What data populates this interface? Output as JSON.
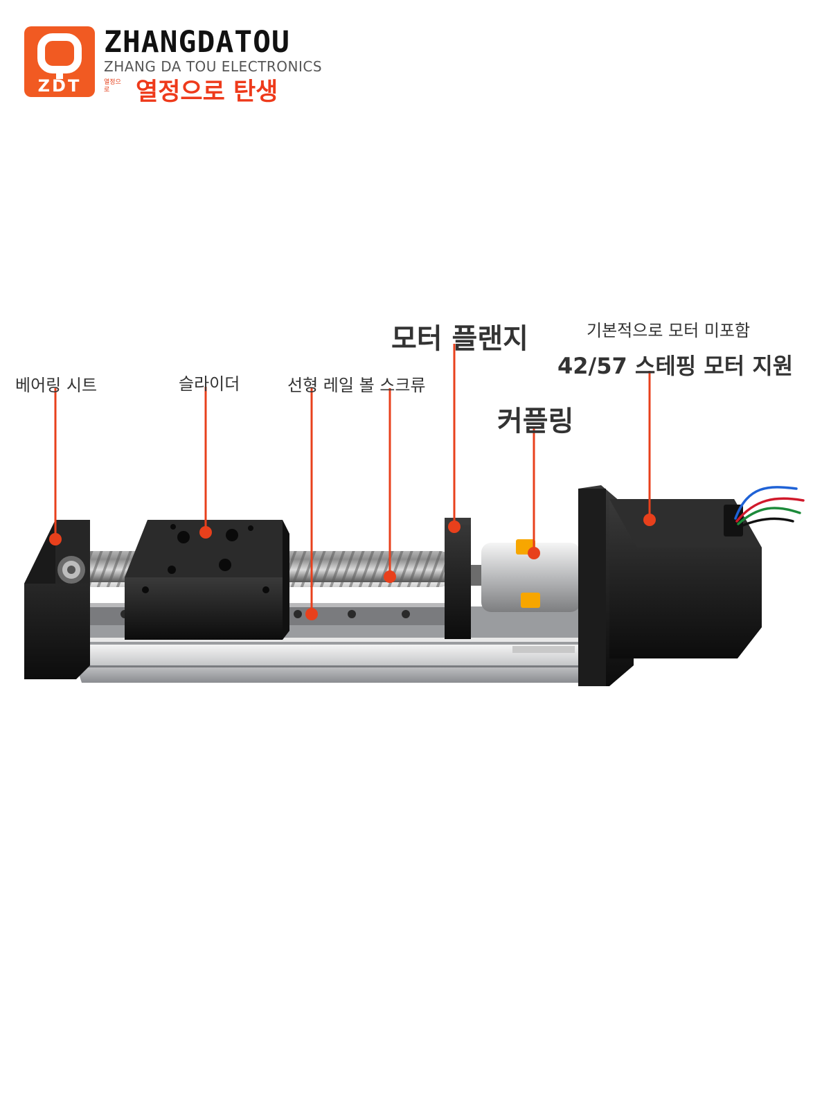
{
  "logo": {
    "mark_text": "ZDT",
    "brand_name": "ZHANGDATOU",
    "brand_sub": "ZHANG DA TOU ELECTRONICS",
    "small_text": "열정으로",
    "slogan": "열정으로 탄생",
    "brand_color": "#f15a22"
  },
  "labels": {
    "bearing_seat": "베어링 시트",
    "slider": "슬라이더",
    "rail_screw": "선형 레일 볼 스크류",
    "motor_flange": "모터 플랜지",
    "no_motor": "기본적으로 모터 미포함",
    "motor_support": "42/57 스테핑 모터 지원",
    "coupling": "커플링"
  },
  "colors": {
    "callout": "#e8401c",
    "label_text": "#333333"
  }
}
